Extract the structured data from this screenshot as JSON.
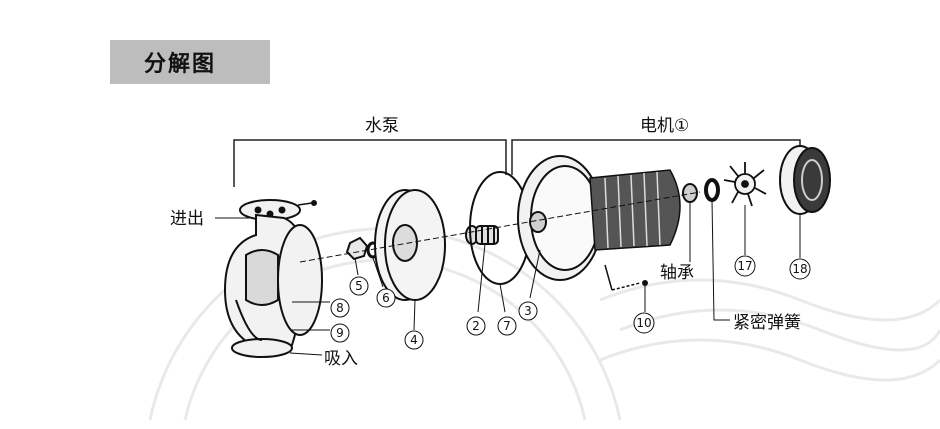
{
  "title": "分解图",
  "groups": {
    "pump": "水泵",
    "motor": "电机①"
  },
  "labels": {
    "inlet_outlet": "进出",
    "suction": "吸入",
    "bearing": "轴承",
    "spring": "紧密弹簧"
  },
  "parts": [
    {
      "num": "2"
    },
    {
      "num": "3"
    },
    {
      "num": "4"
    },
    {
      "num": "5"
    },
    {
      "num": "6"
    },
    {
      "num": "7"
    },
    {
      "num": "8"
    },
    {
      "num": "9"
    },
    {
      "num": "10"
    },
    {
      "num": "17"
    },
    {
      "num": "18"
    }
  ]
}
